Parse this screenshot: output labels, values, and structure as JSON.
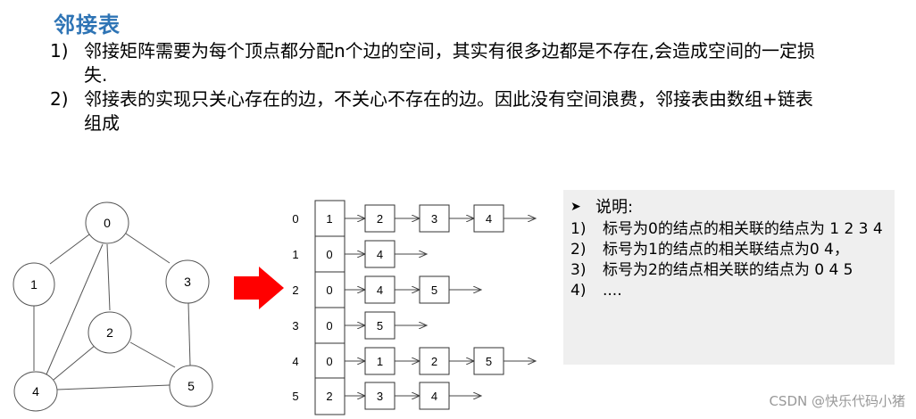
{
  "title": "邻接表",
  "points": [
    {
      "num": "1)",
      "text": "邻接矩阵需要为每个顶点都分配n个边的空间，其实有很多边都是不存在,会造成空间的一定损失."
    },
    {
      "num": "2)",
      "text": "邻接表的实现只关心存在的边，不关心不存在的边。因此没有空间浪费，邻接表由数组+链表组成"
    }
  ],
  "graph": {
    "nodes": [
      "0",
      "1",
      "2",
      "3",
      "4",
      "5"
    ],
    "edges": [
      [
        "0",
        "1"
      ],
      [
        "0",
        "3"
      ],
      [
        "0",
        "2"
      ],
      [
        "0",
        "4"
      ],
      [
        "1",
        "4"
      ],
      [
        "2",
        "4"
      ],
      [
        "2",
        "5"
      ],
      [
        "3",
        "5"
      ],
      [
        "4",
        "5"
      ]
    ]
  },
  "adjacency": [
    {
      "index": "0",
      "head": "1",
      "list": [
        "2",
        "3",
        "4"
      ]
    },
    {
      "index": "1",
      "head": "0",
      "list": [
        "4"
      ]
    },
    {
      "index": "2",
      "head": "0",
      "list": [
        "4",
        "5"
      ]
    },
    {
      "index": "3",
      "head": "0",
      "list": [
        "5"
      ]
    },
    {
      "index": "4",
      "head": "0",
      "list": [
        "1",
        "2",
        "5"
      ]
    },
    {
      "index": "5",
      "head": "2",
      "list": [
        "3",
        "4"
      ]
    }
  ],
  "explanation": {
    "heading": "说明:",
    "items": [
      {
        "num": "1)",
        "text": "标号为0的结点的相关联的结点为 1 2 3 4"
      },
      {
        "num": "2)",
        "text": "标号为1的结点的相关联结点为0 4，"
      },
      {
        "num": "3)",
        "text": "标号为2的结点相关联的结点为  0 4 5"
      },
      {
        "num": "4)",
        "text": "...."
      }
    ]
  },
  "colors": {
    "title": "#2e74b5",
    "arrow": "#ff0000",
    "panel": "#efefef"
  },
  "watermark": "CSDN @快乐代码小猪"
}
